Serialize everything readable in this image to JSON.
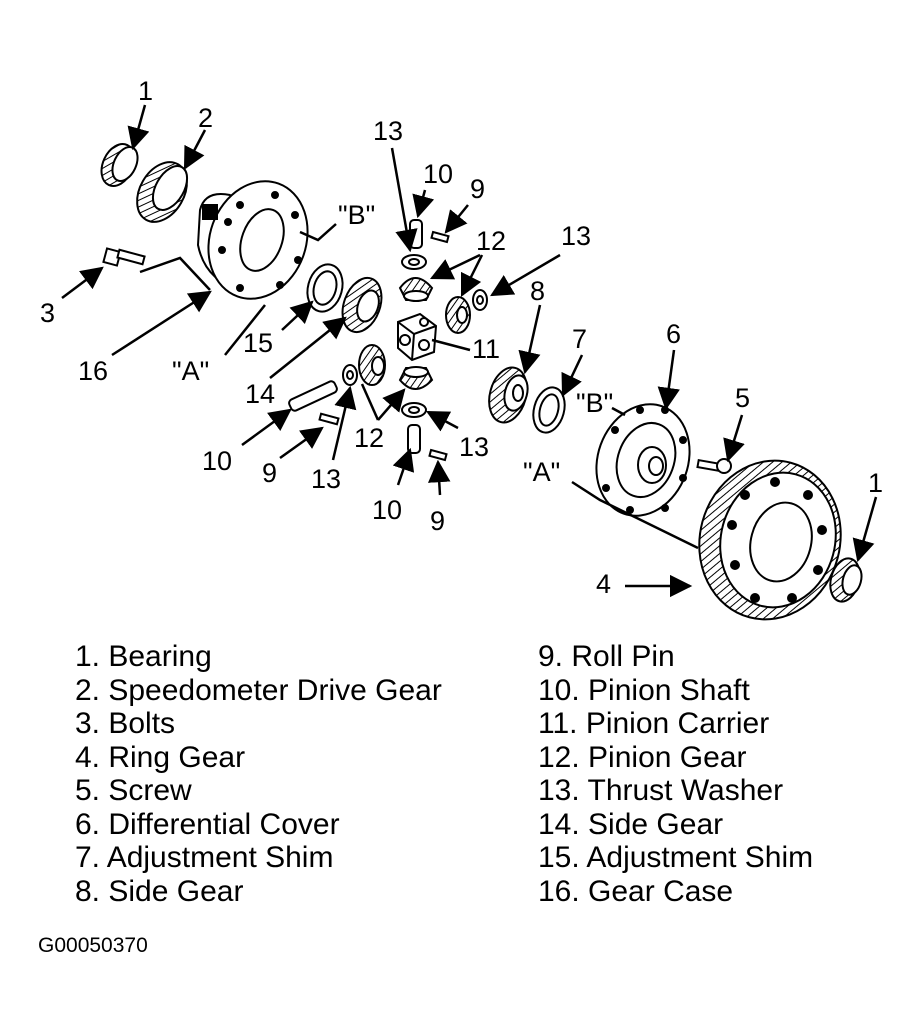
{
  "diagram": {
    "callouts": {
      "bearing_top": "1",
      "speedo_gear": "2",
      "bolts": "3",
      "gear_case": "16",
      "label_b_left": "\"B\"",
      "label_a_left": "\"A\"",
      "thrust_top": "13",
      "shaft_top": "10",
      "rollpin_top": "9",
      "pinion_top": "12",
      "thrust_right": "13",
      "shim_15": "15",
      "side_gear_14": "14",
      "carrier_11": "11",
      "side_gear_8": "8",
      "shim_7": "7",
      "cover_6": "6",
      "label_b_right": "\"B\"",
      "screw_5": "5",
      "label_a_right": "\"A\"",
      "bearing_right": "1",
      "ring_gear_4": "4",
      "shaft_left": "10",
      "rollpin_left": "9",
      "thrust_left": "13",
      "pinion_bottom": "12",
      "thrust_bottom": "13",
      "shaft_bottom": "10",
      "rollpin_bottom": "9"
    }
  },
  "legend": {
    "left": [
      "1. Bearing",
      "2. Speedometer Drive Gear",
      "3. Bolts",
      "4. Ring Gear",
      "5. Screw",
      "6. Differential Cover",
      "7. Adjustment Shim",
      "8. Side Gear"
    ],
    "right": [
      "9. Roll Pin",
      "10. Pinion Shaft",
      "11. Pinion Carrier",
      "12. Pinion Gear",
      "13. Thrust Washer",
      "14. Side Gear",
      "15. Adjustment Shim",
      "16. Gear Case"
    ]
  },
  "figure_id": "G00050370"
}
